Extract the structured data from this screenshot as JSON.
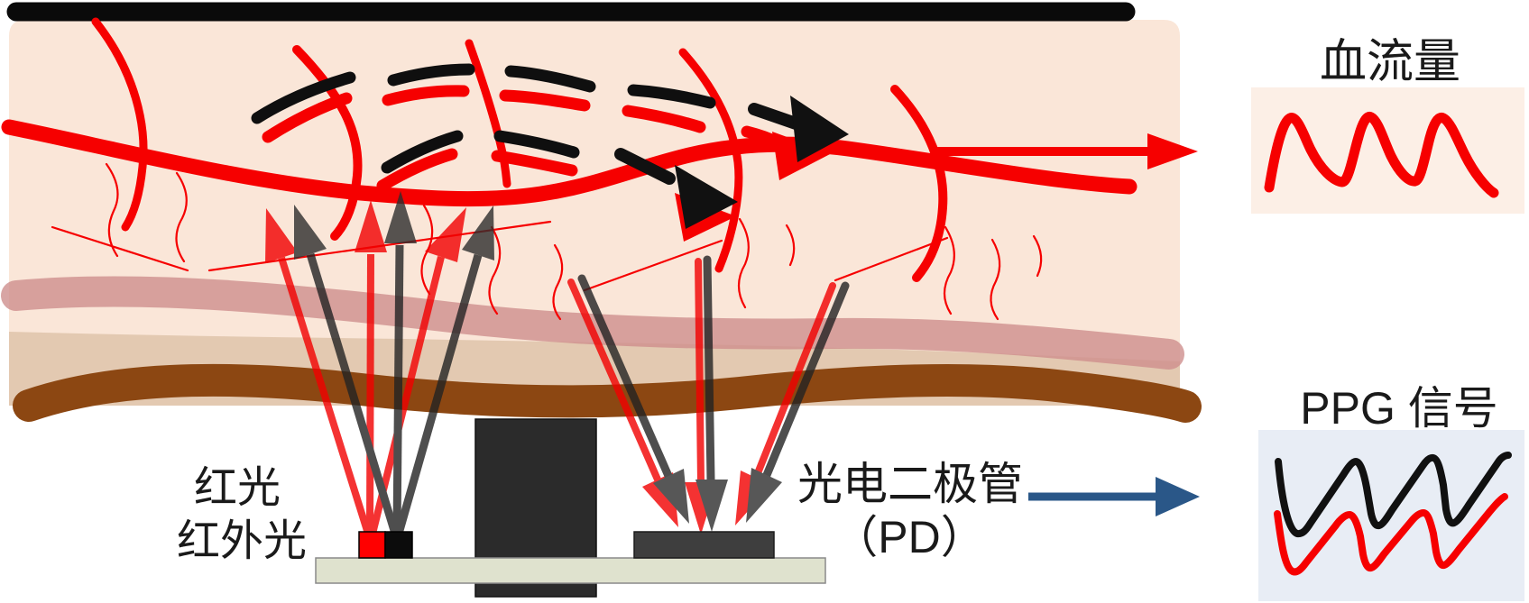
{
  "labels": {
    "light_source_line1": "红光",
    "light_source_line2": "红外光",
    "photodiode_line1": "光电二极管",
    "photodiode_line2": "（PD）",
    "blood_flow": "血流量",
    "ppg_signal": "PPG 信号"
  },
  "colors": {
    "skin": "#FAE6D8",
    "vessel_red": "#F60000",
    "muscle_band_pink": "#CE8F8D",
    "subcutis_tan": "#E3C9B1",
    "deep_layer_brown": "#8C4712",
    "surface_bar_black": "#0A0A0A",
    "pcb_board": "#DFE2CE",
    "red_led": "#FF0000",
    "ir_led": "#0C0C0C",
    "photodiode_gray": "#3E3E3E",
    "barrier_dark": "#2B2B2B",
    "flow_arrow_red": "#F60000",
    "ppg_arrow_blue": "#2A5788",
    "blood_flow_box_bg": "#FCEFE6",
    "ppg_box_bg": "#E8EDF5",
    "wave_black": "#111111"
  },
  "waveforms": {
    "blood_flow_wave": {
      "type": "line",
      "color": "#F60000",
      "cycles": 3,
      "shape": "pulse peaks with slow decay"
    },
    "ppg_wave_black": {
      "type": "line",
      "color": "#111111",
      "cycles": 3,
      "shape": "sawtooth ramps (IR channel)"
    },
    "ppg_wave_red": {
      "type": "line",
      "color": "#F60000",
      "cycles": 3,
      "shape": "sawtooth ramps (red channel)"
    }
  }
}
